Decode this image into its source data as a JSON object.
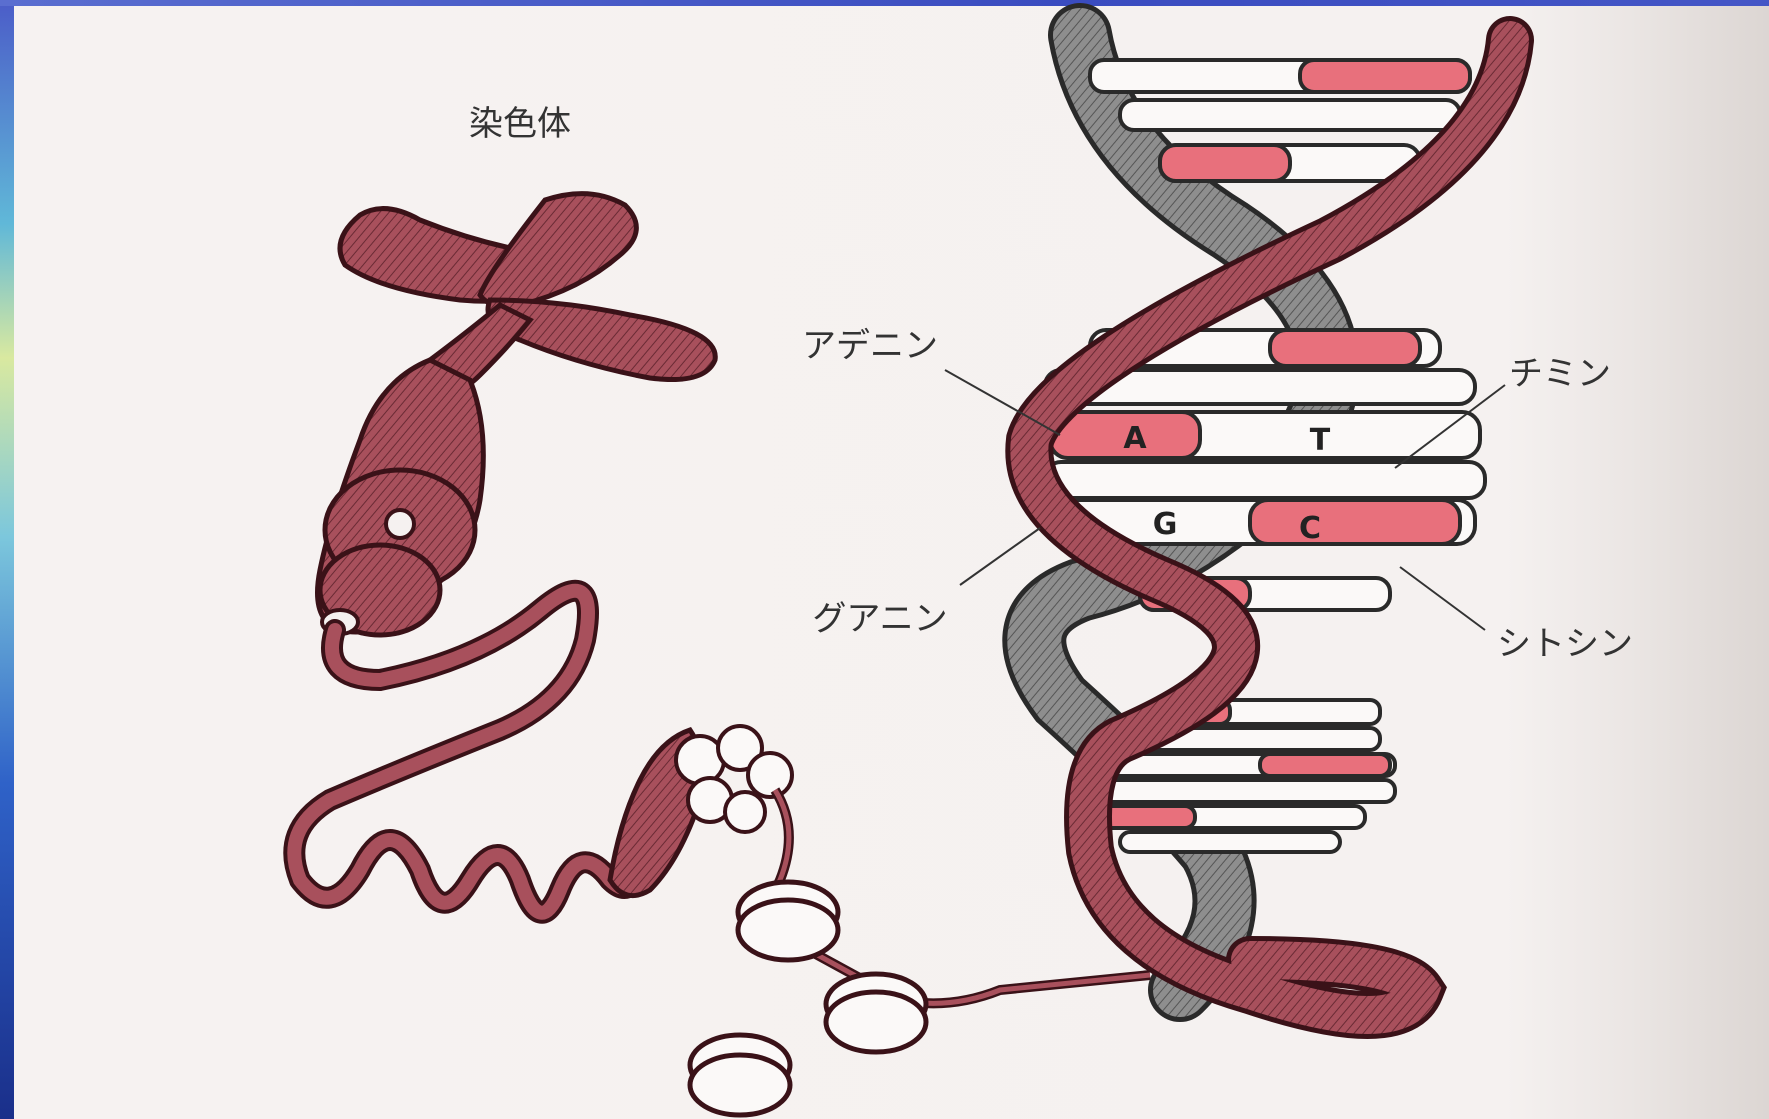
{
  "labels": {
    "chromosome": "染色体",
    "adenine": "アデニン",
    "thymine": "チミン",
    "guanine": "グアニン",
    "cytosine": "シトシン"
  },
  "bases": {
    "a": "A",
    "t": "T",
    "g": "G",
    "c": "C"
  },
  "colors": {
    "strand": "#a8505c",
    "strand_dark": "#5a1f28",
    "backbone_gray": "#8e8e8e",
    "base_pink": "#e8707c",
    "background": "#f5f1f0"
  }
}
